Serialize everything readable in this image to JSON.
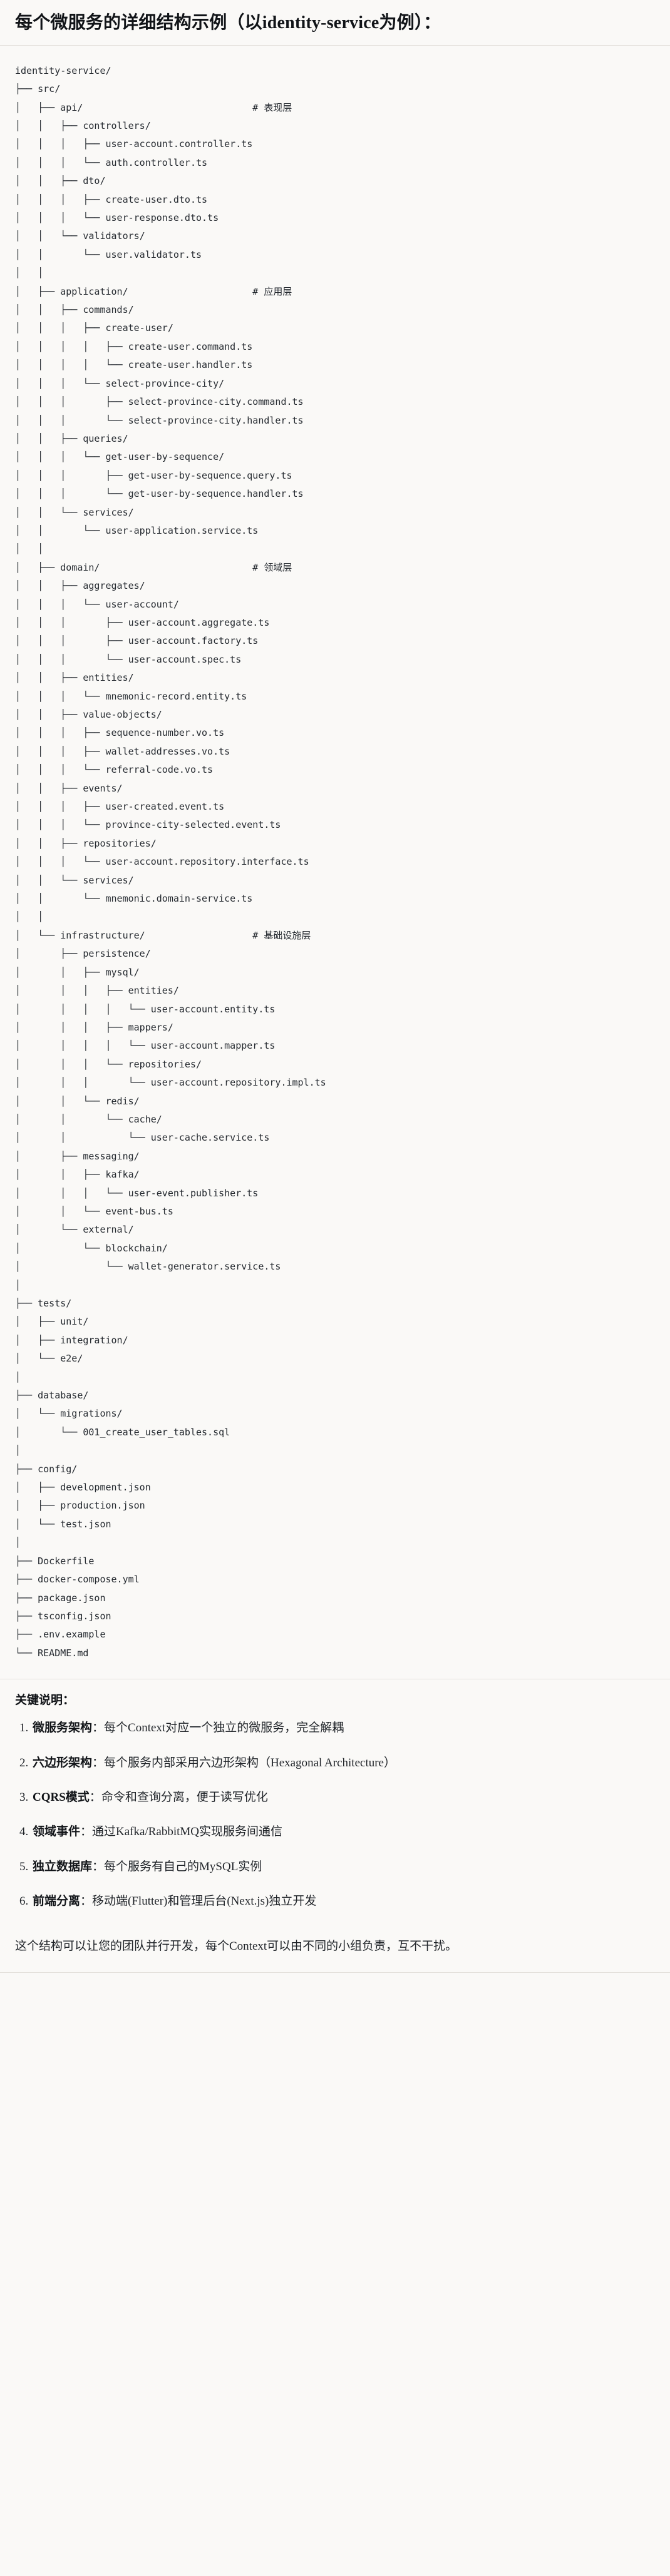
{
  "header": {
    "title": "每个微服务的详细结构示例（以identity-service为例）："
  },
  "tree": {
    "root": "identity-service/",
    "comments": {
      "api": "# 表现层",
      "application": "# 应用层",
      "domain": "# 领域层",
      "infrastructure": "# 基础设施层"
    },
    "lines": [
      "identity-service/",
      "├── src/",
      "│   ├── api/                              # 表现层",
      "│   │   ├── controllers/",
      "│   │   │   ├── user-account.controller.ts",
      "│   │   │   └── auth.controller.ts",
      "│   │   ├── dto/",
      "│   │   │   ├── create-user.dto.ts",
      "│   │   │   └── user-response.dto.ts",
      "│   │   └── validators/",
      "│   │       └── user.validator.ts",
      "│   │",
      "│   ├── application/                      # 应用层",
      "│   │   ├── commands/",
      "│   │   │   ├── create-user/",
      "│   │   │   │   ├── create-user.command.ts",
      "│   │   │   │   └── create-user.handler.ts",
      "│   │   │   └── select-province-city/",
      "│   │   │       ├── select-province-city.command.ts",
      "│   │   │       └── select-province-city.handler.ts",
      "│   │   ├── queries/",
      "│   │   │   └── get-user-by-sequence/",
      "│   │   │       ├── get-user-by-sequence.query.ts",
      "│   │   │       └── get-user-by-sequence.handler.ts",
      "│   │   └── services/",
      "│   │       └── user-application.service.ts",
      "│   │",
      "│   ├── domain/                           # 领域层",
      "│   │   ├── aggregates/",
      "│   │   │   └── user-account/",
      "│   │   │       ├── user-account.aggregate.ts",
      "│   │   │       ├── user-account.factory.ts",
      "│   │   │       └── user-account.spec.ts",
      "│   │   ├── entities/",
      "│   │   │   └── mnemonic-record.entity.ts",
      "│   │   ├── value-objects/",
      "│   │   │   ├── sequence-number.vo.ts",
      "│   │   │   ├── wallet-addresses.vo.ts",
      "│   │   │   └── referral-code.vo.ts",
      "│   │   ├── events/",
      "│   │   │   ├── user-created.event.ts",
      "│   │   │   └── province-city-selected.event.ts",
      "│   │   ├── repositories/",
      "│   │   │   └── user-account.repository.interface.ts",
      "│   │   └── services/",
      "│   │       └── mnemonic.domain-service.ts",
      "│   │",
      "│   └── infrastructure/                   # 基础设施层",
      "│       ├── persistence/",
      "│       │   ├── mysql/",
      "│       │   │   ├── entities/",
      "│       │   │   │   └── user-account.entity.ts",
      "│       │   │   ├── mappers/",
      "│       │   │   │   └── user-account.mapper.ts",
      "│       │   │   └── repositories/",
      "│       │   │       └── user-account.repository.impl.ts",
      "│       │   └── redis/",
      "│       │       └── cache/",
      "│       │           └── user-cache.service.ts",
      "│       ├── messaging/",
      "│       │   ├── kafka/",
      "│       │   │   └── user-event.publisher.ts",
      "│       │   └── event-bus.ts",
      "│       └── external/",
      "│           └── blockchain/",
      "│               └── wallet-generator.service.ts",
      "│",
      "├── tests/",
      "│   ├── unit/",
      "│   ├── integration/",
      "│   └── e2e/",
      "│",
      "├── database/",
      "│   └── migrations/",
      "│       └── 001_create_user_tables.sql",
      "│",
      "├── config/",
      "│   ├── development.json",
      "│   ├── production.json",
      "│   └── test.json",
      "│",
      "├── Dockerfile",
      "├── docker-compose.yml",
      "├── package.json",
      "├── tsconfig.json",
      "├── .env.example",
      "└── README.md"
    ]
  },
  "keypoints": {
    "title": "关键说明：",
    "items": [
      {
        "term": "微服务架构",
        "sep": "：",
        "desc": "每个Context对应一个独立的微服务，完全解耦"
      },
      {
        "term": "六边形架构",
        "sep": "：",
        "desc": "每个服务内部采用六边形架构（Hexagonal Architecture）"
      },
      {
        "term": "CQRS模式",
        "sep": "：",
        "desc": "命令和查询分离，便于读写优化"
      },
      {
        "term": "领域事件",
        "sep": "：",
        "desc": "通过Kafka/RabbitMQ实现服务间通信"
      },
      {
        "term": "独立数据库",
        "sep": "：",
        "desc": "每个服务有自己的MySQL实例"
      },
      {
        "term": "前端分离",
        "sep": "：",
        "desc": "移动端(Flutter)和管理后台(Next.js)独立开发"
      }
    ],
    "closing": "这个结构可以让您的团队并行开发，每个Context可以由不同的小组负责，互不干扰。"
  }
}
